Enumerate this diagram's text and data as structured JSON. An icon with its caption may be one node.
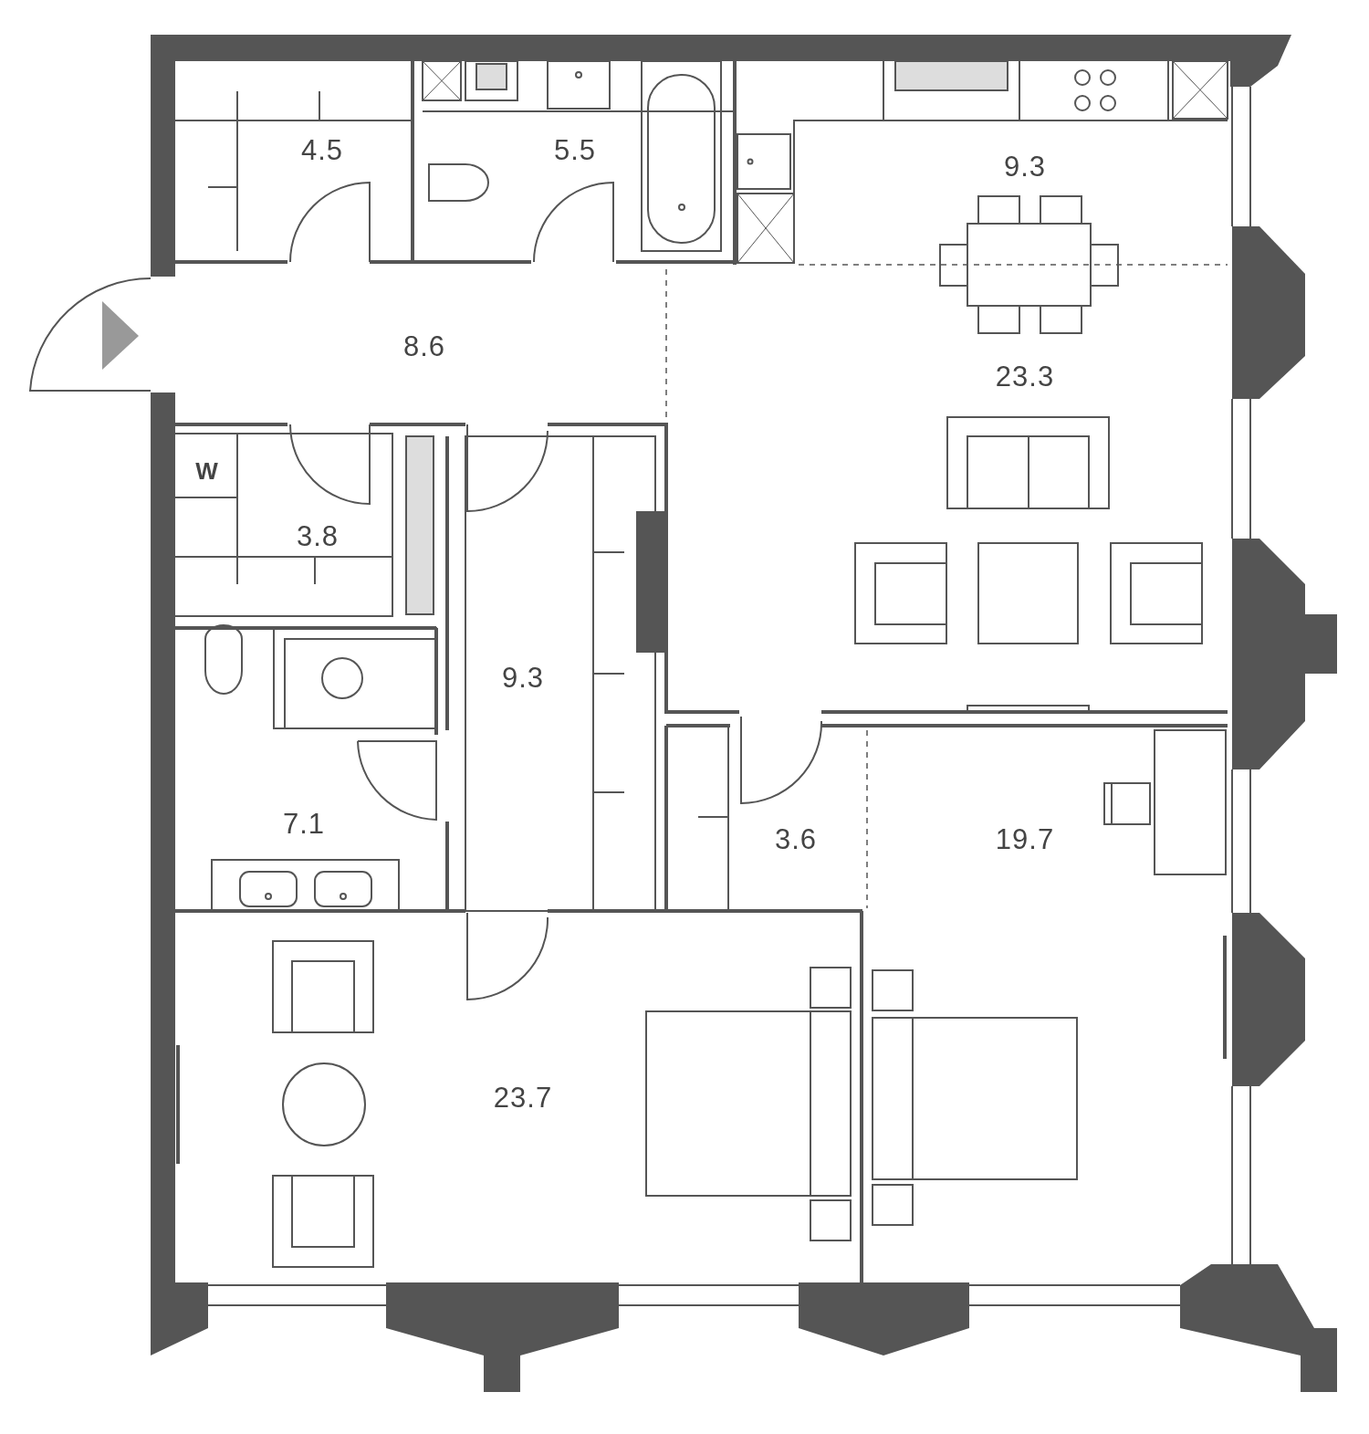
{
  "diagram": {
    "labels": [
      "4.5",
      "5.5",
      "9.3",
      "8.6",
      "23.3",
      "W",
      "3.8",
      "9.3",
      "7.1",
      "3.6",
      "19.7",
      "23.7"
    ]
  }
}
